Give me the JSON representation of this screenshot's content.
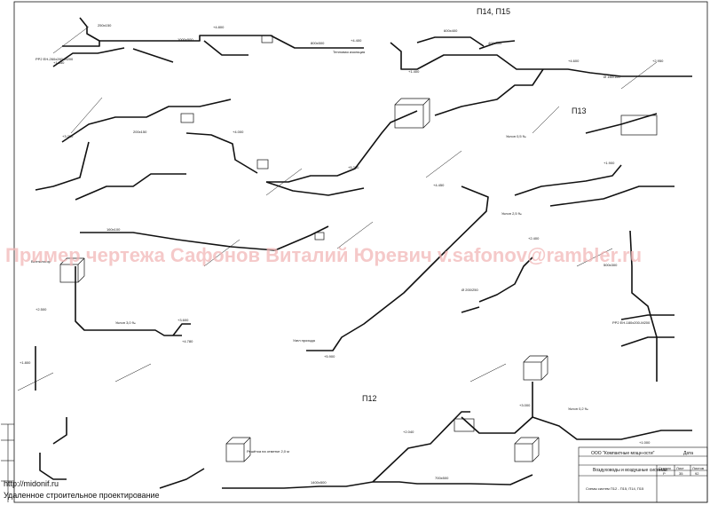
{
  "watermark": "Пример чертежа Сафонов Виталий Юревич v.safonov@rambler.ru",
  "footer": {
    "url": "http://midonif.ru",
    "caption": "Удаленное строительное проектирование"
  },
  "zones": {
    "z1": "П14, П15",
    "z2": "П13",
    "z3": "П12"
  },
  "title_block": {
    "company": "ООО \"Компактные мощн-ости\"",
    "drawing_title": "Воздуховоды и воздушные системы",
    "date_label": "Дата",
    "stage_label": "Стадия",
    "sheet_label": "Лист",
    "sheets_label": "Листов",
    "stage_value": "Р",
    "sheet_value": "35",
    "sheets_value": "92",
    "note": "Схемы систем П12 - П15, П14, П15"
  },
  "elevations": [
    "+4.800",
    "+4.400",
    "+1.650",
    "+1.400",
    "+4.600",
    "+2.950",
    "+3.200",
    "+4.000",
    "+5.300",
    "+4.450",
    "+1.900",
    "+2.400",
    "+2.500",
    "+3.600",
    "+4.780",
    "+5.900",
    "+1.800",
    "+2.040",
    "+1.000",
    "+3.000"
  ],
  "duct_labels": [
    "1000x500",
    "800x500",
    "600x400",
    "400x300",
    "250x150",
    "200x150",
    "160x100",
    "Ø 160/160",
    "Ø 200/250",
    "500x300",
    "700x500",
    "1400x500"
  ],
  "annotations": {
    "slope1": "Уклон 0,5 ‰",
    "slope2": "Уклон 2,5 ‰",
    "slope3": "Уклон 3,0 ‰",
    "slope4": "Уклон 0,2 ‰",
    "heat": "Тепловая изоляция",
    "grille1": "РР2 ЕН-260x260-М200",
    "grille2": "РР2 ЕН-180x200-М200",
    "fan": "Вентилятор",
    "pto": "Решётка на отметке 2,0 м",
    "node": "Узел прохода"
  },
  "colors": {
    "line": "#111111",
    "watermark": "#f2b7b7"
  }
}
